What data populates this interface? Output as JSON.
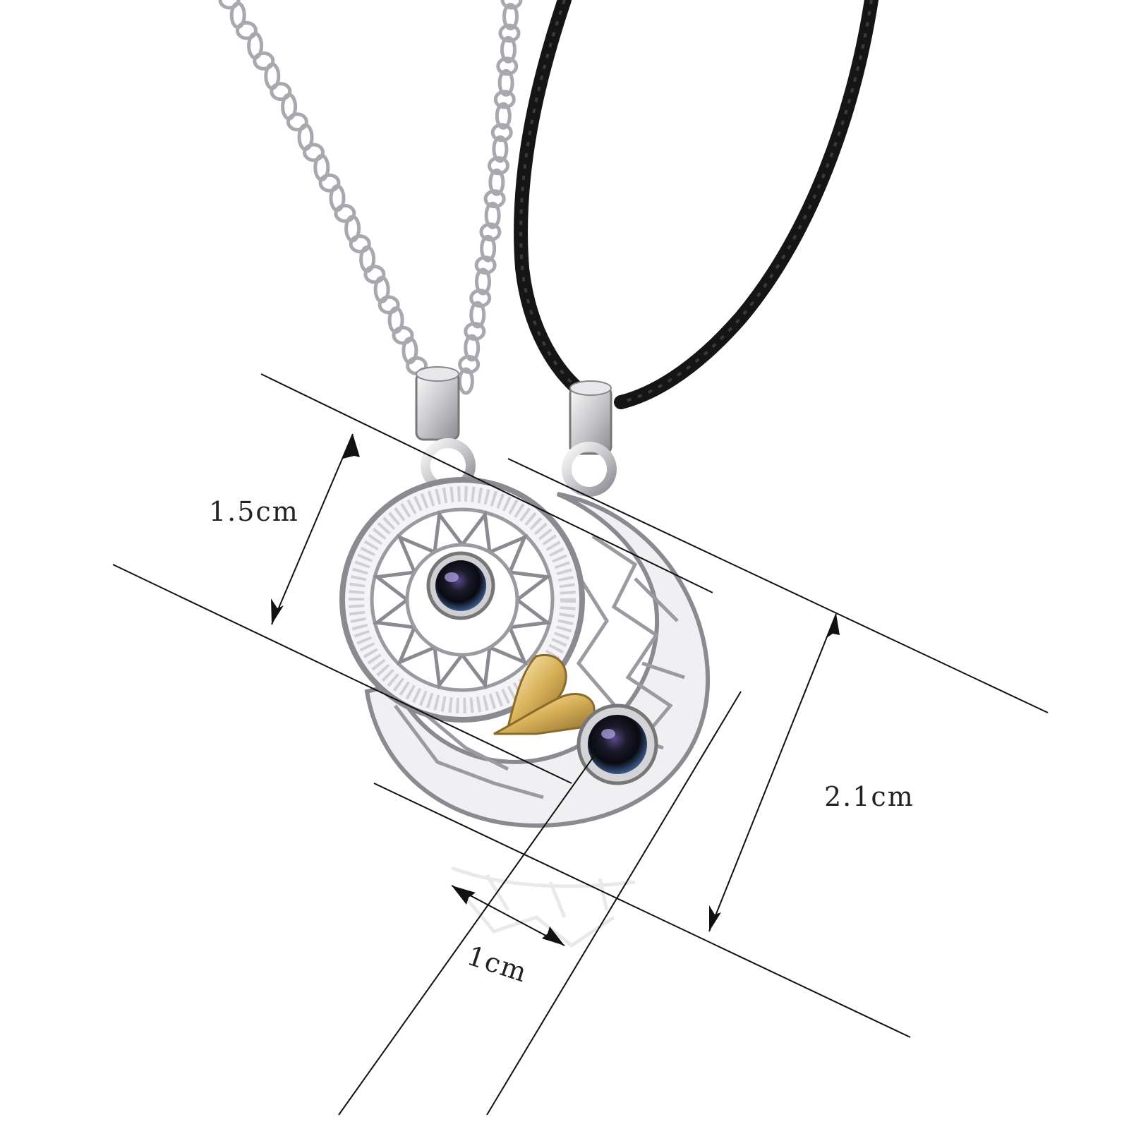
{
  "dimensions": {
    "sun_diameter": "1.5cm",
    "moon_height": "2.1cm",
    "thickness": "1cm"
  },
  "colors": {
    "silver_light": "#f4f4f4",
    "silver_mid": "#c8c8cc",
    "silver_dark": "#8a8a90",
    "cord": "#151515",
    "gold": "#d9b25a",
    "line": "#111111"
  },
  "icons": {
    "left_necklace": "silver-chain-icon",
    "right_necklace": "black-cord-icon"
  }
}
